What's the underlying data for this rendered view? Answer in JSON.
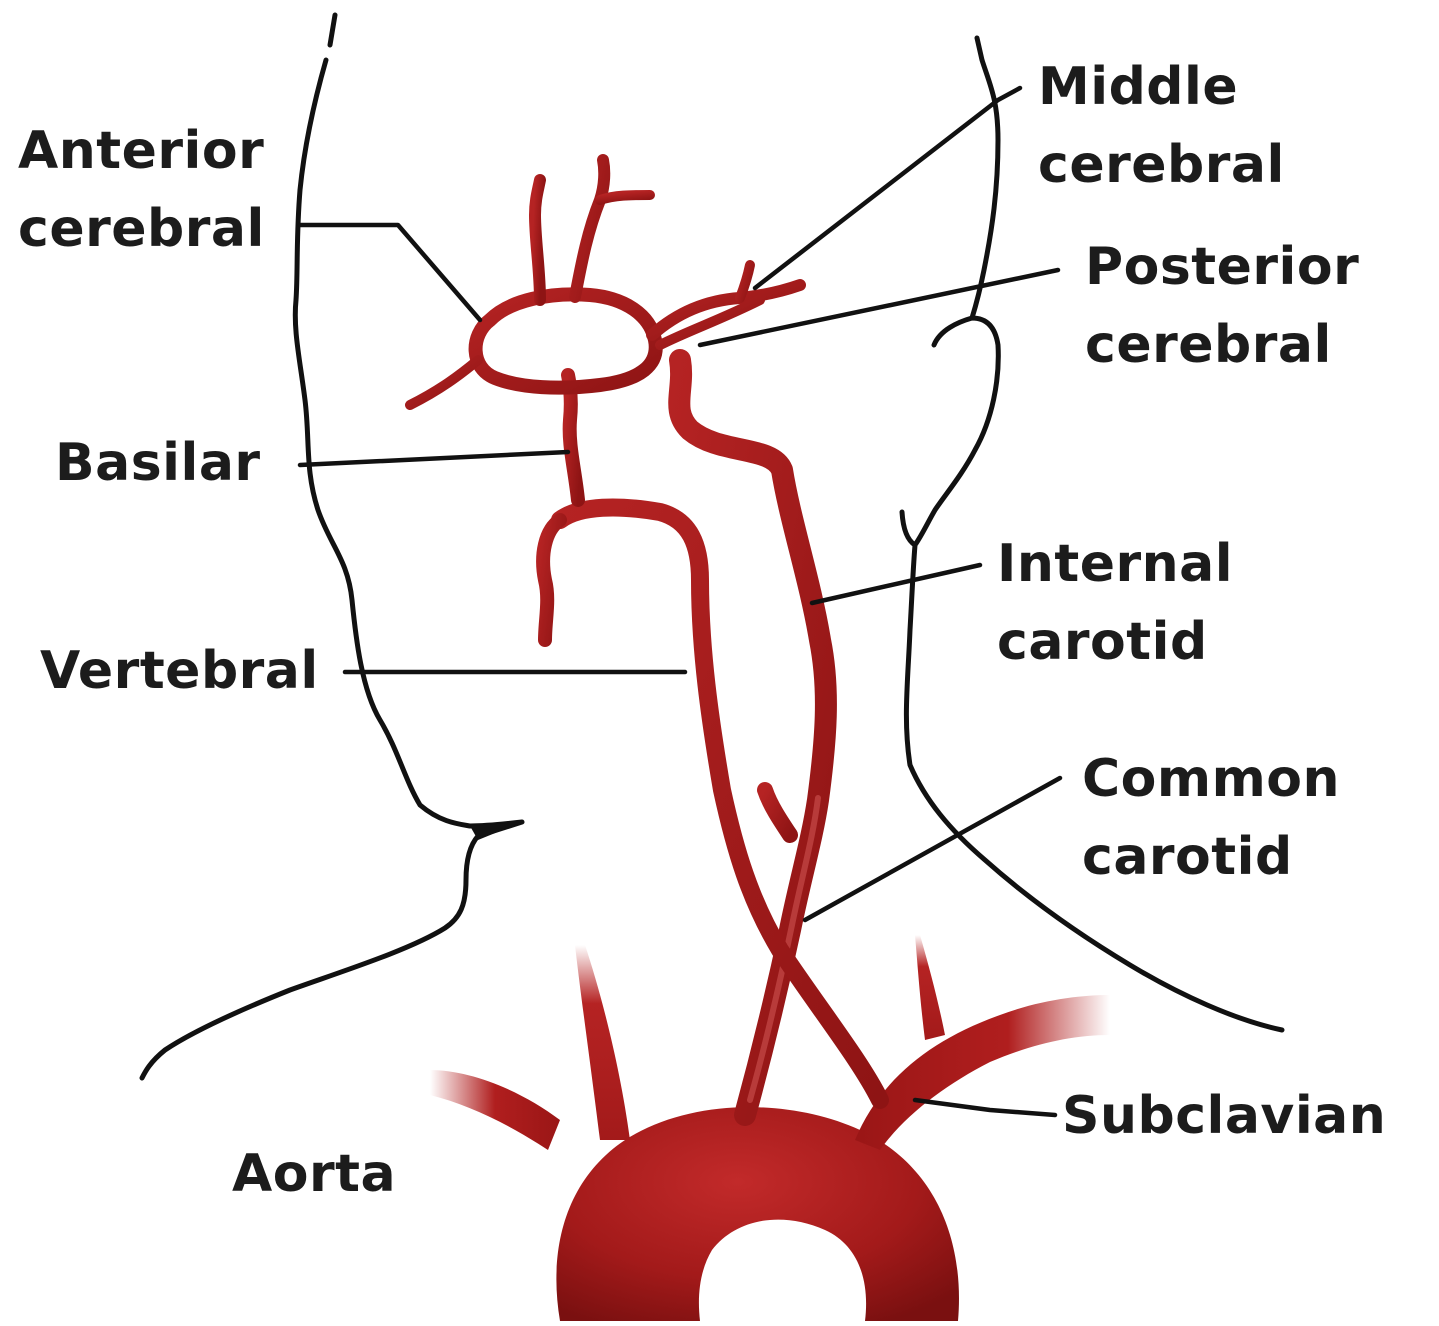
{
  "labels": {
    "anterior_cerebral": [
      "Anterior",
      "cerebral"
    ],
    "middle_cerebral": [
      "Middle",
      "cerebral"
    ],
    "posterior_cerebral": [
      "Posterior",
      "cerebral"
    ],
    "basilar": [
      "Basilar"
    ],
    "internal_carotid": [
      "Internal",
      "carotid"
    ],
    "vertebral": [
      "Vertebral"
    ],
    "common_carotid": [
      "Common",
      "carotid"
    ],
    "subclavian": [
      "Subclavian"
    ],
    "aorta": [
      "Aorta"
    ]
  },
  "colors": {
    "artery_dark": "#8e1414",
    "artery_main": "#b01e1e",
    "artery_light": "#d45a58",
    "line": "#111111",
    "text": "#1c1c1c",
    "background": "#ffffff"
  }
}
